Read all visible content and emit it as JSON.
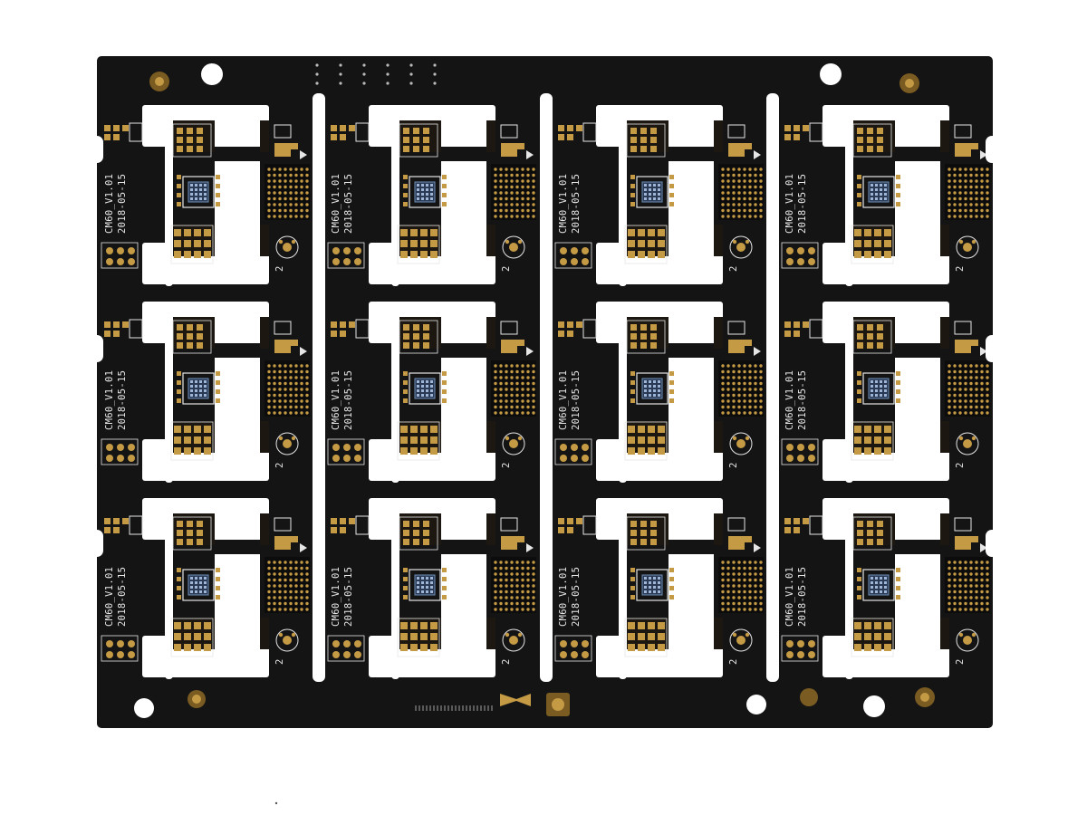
{
  "panel": {
    "columns": 4,
    "rows": 3,
    "board_label": "CM60_V1.01",
    "board_date": "2018-05-15",
    "corner_mark": "2"
  },
  "colors": {
    "background": "#ffffff",
    "substrate": "#141414",
    "mask_dark": "#0c0c0c",
    "gold": "#c49a45",
    "gold_dark": "#7a5b22",
    "silkscreen": "#e6e6e6",
    "flex": "#1c1710"
  }
}
